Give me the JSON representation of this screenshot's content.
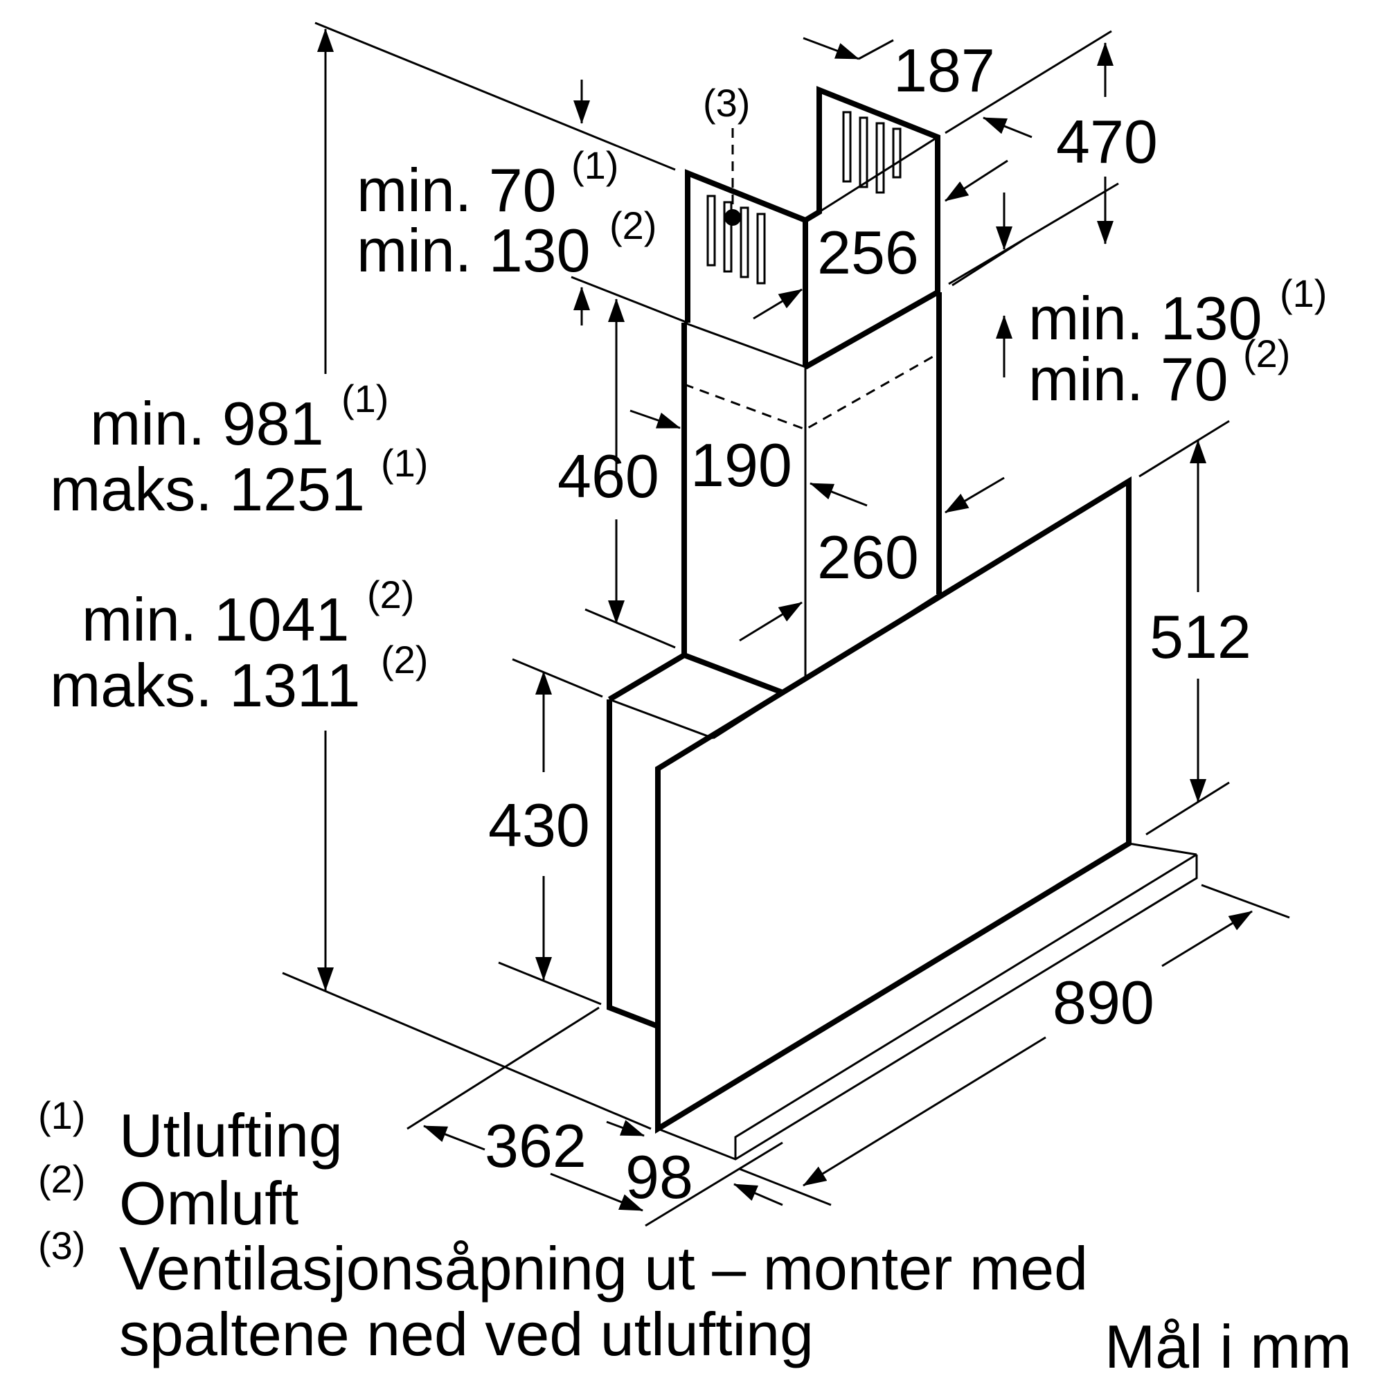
{
  "dimensions": {
    "d187": "187",
    "d470": "470",
    "d256": "256",
    "d460": "460",
    "d190": "190",
    "d260": "260",
    "d512": "512",
    "d430": "430",
    "d890": "890",
    "d362": "362",
    "d98": "98",
    "callout3": "(3)"
  },
  "notes": {
    "top_left_line1": "min. 70",
    "top_left_line1_sup": "(1)",
    "top_left_line2": "min. 130",
    "top_left_line2_sup": "(2)",
    "right_line1": "min. 130",
    "right_line1_sup": "(1)",
    "right_line2": "min. 70",
    "right_line2_sup": "(2)",
    "height1_line1": "min. 981",
    "height1_line1_sup": "(1)",
    "height1_line2": "maks. 1251",
    "height1_line2_sup": "(1)",
    "height2_line1": "min. 1041",
    "height2_line1_sup": "(2)",
    "height2_line2": "maks. 1311",
    "height2_line2_sup": "(2)"
  },
  "legend": {
    "item1_mark": "(1)",
    "item1_text": "Utlufting",
    "item2_mark": "(2)",
    "item2_text": "Omluft",
    "item3_mark": "(3)",
    "item3_text_line1": "Ventilasjonsåpning ut – monter med",
    "item3_text_line2": "spaltene ned ved utlufting"
  },
  "units_label": "Mål i mm"
}
